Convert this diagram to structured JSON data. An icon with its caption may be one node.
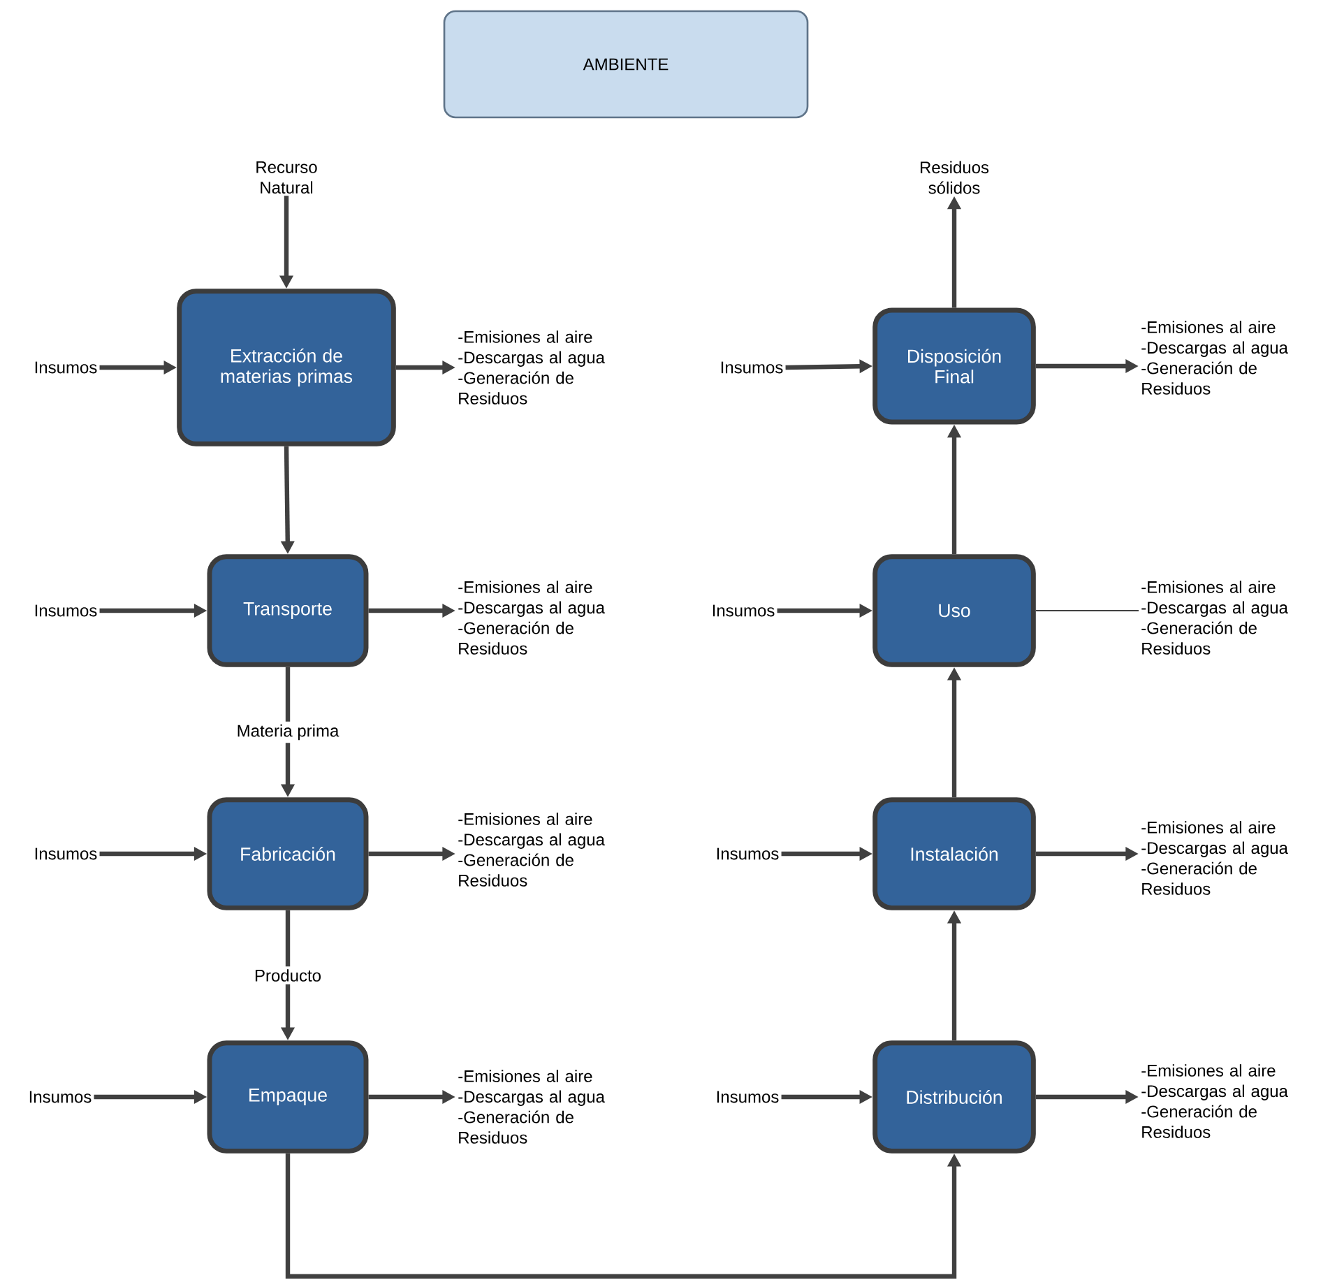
{
  "diagram": {
    "nodes": [
      {
        "text": [
          "AMBIENTE"
        ]
      },
      {
        "text": [
          "Recurso Natural"
        ]
      },
      {
        "text": [
          "Residuos sólidos"
        ]
      },
      {
        "text": [
          "Insumos"
        ]
      },
      {
        "text": [
          "Extracción de materias primas"
        ]
      },
      {
        "text": [
          "-Emisiones al aire",
          "-Descargas al agua",
          "-Generación de Residuos"
        ]
      },
      {
        "text": [
          "Insumos"
        ]
      },
      {
        "text": [
          "Disposición Final"
        ]
      },
      {
        "text": [
          "-Emisiones al aire",
          "-Descargas al agua",
          "-Generación de Residuos"
        ]
      },
      {
        "text": [
          "Insumos"
        ]
      },
      {
        "text": [
          "Transporte"
        ]
      },
      {
        "text": [
          "-Emisiones al aire",
          "-Descargas al agua",
          "-Generación de Residuos"
        ]
      },
      {
        "text": [
          "Insumos"
        ]
      },
      {
        "text": [
          "Uso"
        ]
      },
      {
        "text": [
          "-Emisiones al aire",
          "-Descargas al agua",
          "-Generación de Residuos"
        ]
      },
      {
        "text": [
          "Insumos"
        ]
      },
      {
        "text": [
          "Fabricación"
        ]
      },
      {
        "text": [
          "-Emisiones al aire",
          "-Descargas al agua",
          "-Generación de Residuos"
        ]
      },
      {
        "text": [
          "Insumos"
        ]
      },
      {
        "text": [
          "Instalación"
        ]
      },
      {
        "text": [
          "-Emisiones al aire",
          "-Descargas al agua",
          "-Generación de Residuos"
        ]
      },
      {
        "text": [
          "Insumos"
        ]
      },
      {
        "text": [
          "Empaque"
        ]
      },
      {
        "text": [
          "-Emisiones al aire",
          "-Descargas al agua",
          "-Generación de Residuos"
        ]
      },
      {
        "text": [
          "Insumos"
        ]
      },
      {
        "text": [
          "Distribución"
        ]
      },
      {
        "text": [
          "-Emisiones al aire",
          "-Descargas al agua",
          "-Generación de Residuos"
        ]
      }
    ],
    "edges": [
      {
        "from": 1,
        "to": 4,
        "arrow": "to"
      },
      {
        "from": 7,
        "to": 2,
        "arrow": "to"
      },
      {
        "from": 3,
        "to": 4,
        "arrow": "to"
      },
      {
        "from": 4,
        "to": 5,
        "arrow": "to"
      },
      {
        "from": 6,
        "to": 7,
        "arrow": "to"
      },
      {
        "from": 7,
        "to": 8,
        "arrow": "to"
      },
      {
        "from": 4,
        "to": 10,
        "arrow": "to"
      },
      {
        "from": 9,
        "to": 10,
        "arrow": "to"
      },
      {
        "from": 10,
        "to": 11,
        "arrow": "to"
      },
      {
        "from": 12,
        "to": 13,
        "arrow": "to"
      },
      {
        "from": 13,
        "to": 14,
        "arrow": "none"
      },
      {
        "from": 13,
        "to": 7,
        "arrow": "to"
      },
      {
        "from": 10,
        "to": 16,
        "arrow": "to",
        "label": "Materia prima"
      },
      {
        "from": 15,
        "to": 16,
        "arrow": "to"
      },
      {
        "from": 16,
        "to": 17,
        "arrow": "to"
      },
      {
        "from": 18,
        "to": 19,
        "arrow": "to"
      },
      {
        "from": 19,
        "to": 20,
        "arrow": "to"
      },
      {
        "from": 19,
        "to": 13,
        "arrow": "to"
      },
      {
        "from": 16,
        "to": 22,
        "arrow": "to",
        "label": "Producto"
      },
      {
        "from": 21,
        "to": 22,
        "arrow": "to"
      },
      {
        "from": 22,
        "to": 23,
        "arrow": "to"
      },
      {
        "from": 24,
        "to": 25,
        "arrow": "to"
      },
      {
        "from": 25,
        "to": 26,
        "arrow": "to"
      },
      {
        "from": 25,
        "to": 19,
        "arrow": "to"
      },
      {
        "from": 22,
        "to": 25,
        "arrow": "to"
      }
    ]
  }
}
